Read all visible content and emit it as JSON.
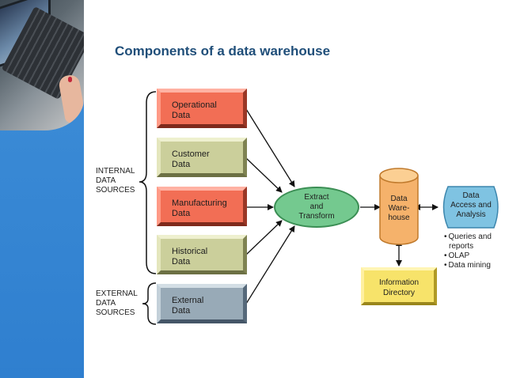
{
  "title": "Components of a data warehouse",
  "groups": {
    "internal": "INTERNAL\nDATA\nSOURCES",
    "external": "EXTERNAL\nDATA\nSOURCES"
  },
  "sources": [
    {
      "label": "Operational\nData",
      "color": "red"
    },
    {
      "label": "Customer\nData",
      "color": "olive"
    },
    {
      "label": "Manufacturing\nData",
      "color": "red"
    },
    {
      "label": "Historical\nData",
      "color": "olive"
    },
    {
      "label": "External\nData",
      "color": "teal"
    }
  ],
  "extract": "Extract\nand\nTransform",
  "warehouse": "Data\nWare-\nhouse",
  "access": "Data\nAccess and\nAnalysis",
  "access_uses": [
    "Queries and reports",
    "OLAP",
    "Data mining"
  ],
  "directory": "Information\nDirectory",
  "colors": {
    "title": "#1f4e79",
    "sidebar": "#3f8fd8",
    "extract": "#74c98f",
    "warehouse": "#f5b26b",
    "access": "#7fc3e2",
    "directory": "#f7e36a"
  }
}
